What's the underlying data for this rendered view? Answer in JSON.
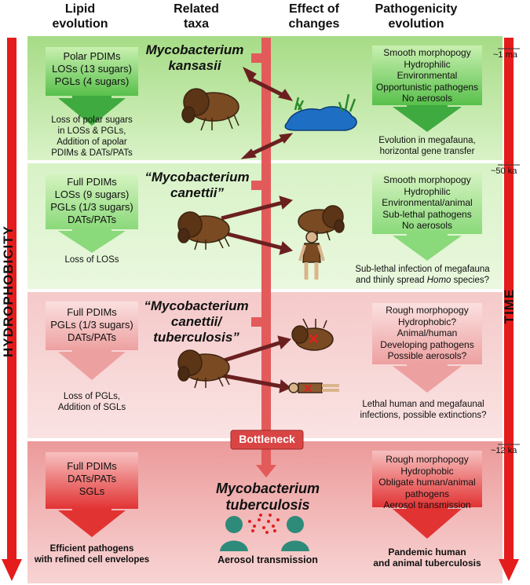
{
  "headers": {
    "lipid_line1": "Lipid",
    "lipid_line2": "evolution",
    "taxa_line1": "Related",
    "taxa_line2": "taxa",
    "effect_line1": "Effect of",
    "effect_line2": "changes",
    "patho_line1": "Pathogenicity",
    "patho_line2": "evolution"
  },
  "side_labels": {
    "left": "HYDROPHOBICITY",
    "right": "TIME"
  },
  "timestamps": {
    "t1": "~1 ma",
    "t2": "~50 ka",
    "t3": "~12 ka"
  },
  "bands": [
    {
      "taxon_line1": "Mycobacterium",
      "taxon_line2": "kansasii",
      "lipid_lines": [
        "Polar PDIMs",
        "LOSs (13 sugars)",
        "PGLs (4 sugars)"
      ],
      "lipid_outcome": [
        "Loss of polar sugars",
        "in LOSs & PGLs,",
        "Addition of apolar",
        "PDIMs & DATs/PATs"
      ],
      "patho_lines": [
        "Smooth morphopogy",
        "Hydrophilic",
        "Environmental",
        "Opportunistic pathogens",
        "No aerosols"
      ],
      "patho_outcome": [
        "Evolution in megafauna,",
        "horizontal gene transfer"
      ]
    },
    {
      "taxon_line1": "“Mycobacterium",
      "taxon_line2": "canettii”",
      "lipid_lines": [
        "Full PDIMs",
        "LOSs (9 sugars)",
        "PGLs (1/3 sugars)",
        "DATs/PATs"
      ],
      "lipid_outcome": [
        "Loss of LOSs"
      ],
      "patho_lines": [
        "Smooth morphopogy",
        "Hydrophilic",
        "Environmental/animal",
        "Sub-lethal pathogens",
        "No aerosols"
      ],
      "patho_outcome_line1": "Sub-lethal infection of megafauna",
      "patho_outcome_line2_pre": "and thinly spread ",
      "patho_outcome_line2_italic": "Homo",
      "patho_outcome_line2_post": " species?"
    },
    {
      "taxon_line1": "“Mycobacterium",
      "taxon_line2": "canettii/",
      "taxon_line3": "tuberculosis”",
      "lipid_lines": [
        "Full PDIMs",
        "PGLs (1/3 sugars)",
        "DATs/PATs"
      ],
      "lipid_outcome": [
        "Loss of PGLs,",
        "Addition of SGLs"
      ],
      "patho_lines": [
        "Rough morphopogy",
        "Hydrophobic?",
        "Animal/human",
        "Developing pathogens",
        "Possible aerosols?"
      ],
      "patho_outcome": [
        "Lethal human and megafaunal",
        "infections, possible extinctions?"
      ]
    },
    {
      "taxon_line1": "Mycobacterium",
      "taxon_line2": "tuberculosis",
      "lipid_lines": [
        "Full PDIMs",
        "DATs/PATs",
        "SGLs"
      ],
      "lipid_outcome": [
        "Efficient pathogens",
        "with refined cell envelopes"
      ],
      "patho_lines": [
        "Rough morphopogy",
        "Hydrophobic",
        "Obligate human/animal",
        "pathogens",
        "Aerosol transmission"
      ],
      "patho_outcome": [
        "Pandemic human",
        "and animal tuberculosis"
      ],
      "center_caption": "Aerosol transmission"
    }
  ],
  "bottleneck_label": "Bottleneck"
}
